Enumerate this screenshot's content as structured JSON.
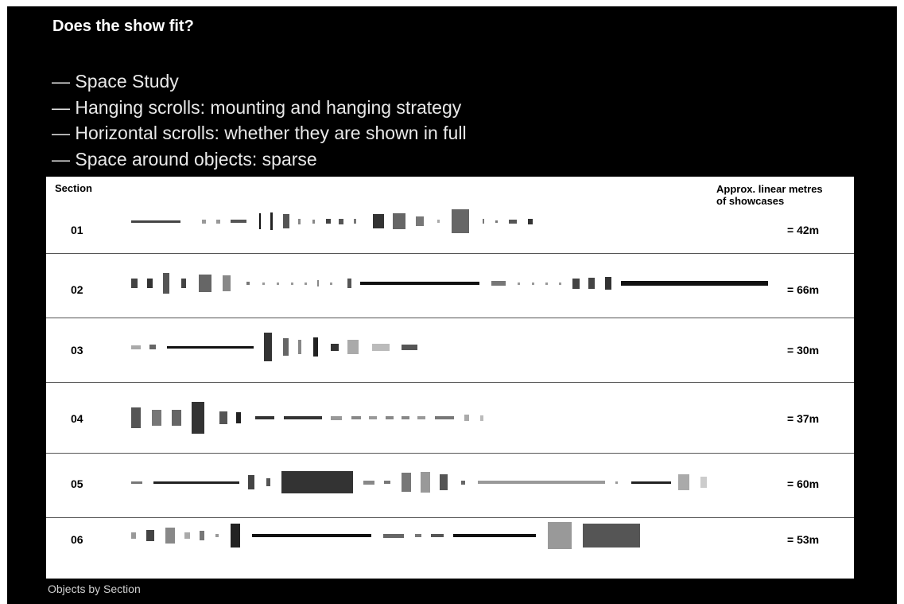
{
  "slide": {
    "title": "Does the show fit?",
    "bullets": [
      "— Space Study",
      "— Hanging scrolls: mounting and hanging strategy",
      "— Horizontal scrolls: whether they are shown in full",
      "— Space around objects: sparse"
    ],
    "caption": "Objects by Section"
  },
  "table": {
    "section_header": "Section",
    "metres_header_line1": "Approx. linear metres",
    "metres_header_line2": "of showcases",
    "sections": [
      {
        "id": "01",
        "metres": "= 42m"
      },
      {
        "id": "02",
        "metres": "= 66m"
      },
      {
        "id": "03",
        "metres": "= 30m"
      },
      {
        "id": "04",
        "metres": "= 37m"
      },
      {
        "id": "05",
        "metres": "= 60m"
      },
      {
        "id": "06",
        "metres": "= 53m"
      }
    ]
  }
}
